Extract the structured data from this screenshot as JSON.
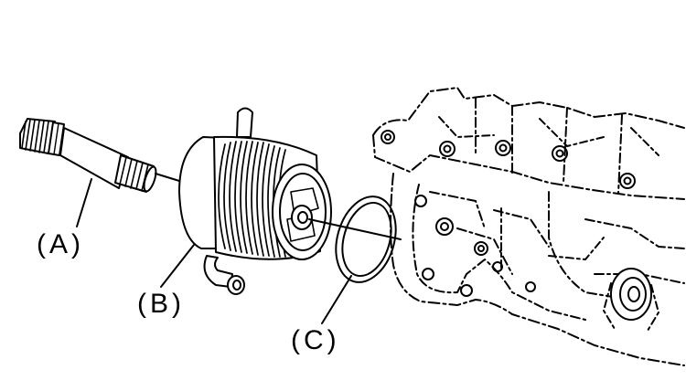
{
  "labels": {
    "a": "(A)",
    "b": "(B)",
    "c": "(C)"
  },
  "colors": {
    "line": "#000000",
    "background": "#ffffff"
  }
}
